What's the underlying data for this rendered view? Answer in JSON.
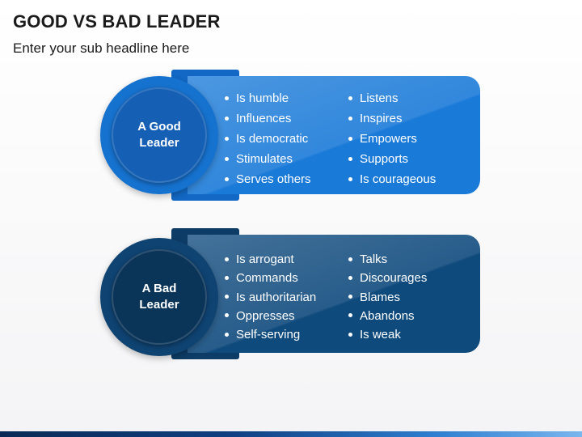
{
  "header": {
    "title": "GOOD VS BAD LEADER",
    "subtitle": "Enter your sub headline here"
  },
  "good": {
    "label_line1": "A Good",
    "label_line2": "Leader",
    "left_items": [
      "Is humble",
      "Influences",
      "Is democratic",
      "Stimulates",
      "Serves others"
    ],
    "right_items": [
      "Listens",
      "Inspires",
      "Empowers",
      "Supports",
      "Is courageous"
    ]
  },
  "bad": {
    "label_line1": "A Bad",
    "label_line2": "Leader",
    "left_items": [
      "Is arrogant",
      "Commands",
      "Is authoritarian",
      "Oppresses",
      "Self-serving"
    ],
    "right_items": [
      "Talks",
      "Discourages",
      "Blames",
      "Abandons",
      "Is weak"
    ]
  },
  "colors": {
    "good_primary": "#1a7ad8",
    "bad_primary": "#0f4a7d",
    "text": "#ffffff"
  }
}
